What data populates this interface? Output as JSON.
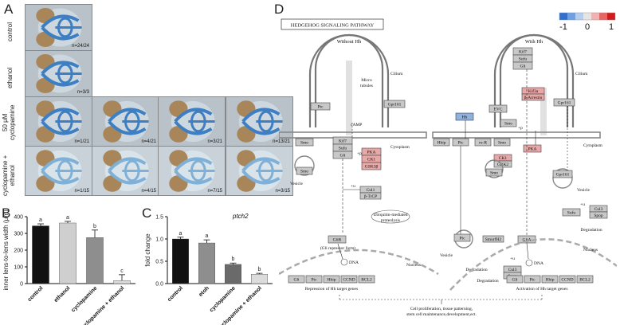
{
  "figure": {
    "panels": {
      "a": "A",
      "b": "B",
      "c": "C",
      "d": "D"
    },
    "panel_a": {
      "row_labels": [
        "control",
        "ethanol",
        "50 μM\ncyclopamine",
        "cyclopamine +\nethanol"
      ],
      "rows": [
        {
          "counts": [
            "n=24/24"
          ]
        },
        {
          "counts": [
            "n=3/3"
          ]
        },
        {
          "counts": [
            "n=1/21",
            "n=4/21",
            "n=3/21",
            "n=13/21"
          ]
        },
        {
          "counts": [
            "n=1/15",
            "n=4/15",
            "n=7/15",
            "n=3/15"
          ]
        }
      ]
    },
    "panel_c_gene": "ptch2",
    "pathway": {
      "title": "HEDGEHOG SIGNALING PATHWAY",
      "without_hh": "Without Hh",
      "with_hh": "With Hh",
      "labels": {
        "cilium": "Cilium",
        "cytoplasm": "Cytoplasm",
        "vesicle": "Vesicle",
        "nucleus": "Nucleus",
        "degradation": "Degradation",
        "dna": "DNA",
        "micro_tubules": "Micro\ntubules",
        "ubiquitin": "Ubiquitin-mediated\nproteolysis",
        "repression": "Repression of Hh target genes",
        "activation": "Activation of Hh target genes",
        "outcome": "Cell proliferation, tissue patterning,\nstem cell maintenance,development,ect."
      },
      "nodes_left": [
        "Ptc",
        "Smo",
        "Gpr161",
        "Kif7",
        "Sufu",
        "Gli",
        "PKA",
        "CK1",
        "GSK3β",
        "Smo",
        "Cul1",
        "β-TrCP",
        "GliR",
        "(Gli repressor form)",
        "Gli",
        "Ptc",
        "Hhip",
        "CCND",
        "BCL2",
        "cAMP",
        "+p",
        "+u"
      ],
      "nodes_right": [
        "Kif7",
        "Sufu",
        "Gli",
        "Kif3a",
        "β-Arrestin",
        "EVC",
        "Gpr161",
        "Hh",
        "Hhip",
        "Ptc",
        "ro-R",
        "Smo",
        "PKA",
        "CK1",
        "GRK2",
        "Smo",
        "Gpr161",
        "Cul3",
        "Spop",
        "Sufu",
        "Ptc",
        "SmurfH2",
        "GliA",
        "Cul3",
        "Spop",
        "Gli",
        "Ptc",
        "Hhip",
        "CCND",
        "BCL2",
        "+p",
        "+u",
        "+u"
      ]
    },
    "legend": {
      "ticks": [
        "-1",
        "0",
        "1"
      ],
      "colors": [
        "#2e6fd0",
        "#6fa0e3",
        "#b5cdee",
        "#e5e5e5",
        "#f0b3b3",
        "#e66565",
        "#d01c1c"
      ]
    }
  },
  "chart_data": [
    {
      "type": "bar",
      "categories": [
        "control",
        "ethanol",
        "cyclopamine",
        "cyclopamine + ethanol"
      ],
      "values": [
        345,
        362,
        275,
        18
      ],
      "errors": [
        12,
        10,
        45,
        35
      ],
      "letters": [
        "a",
        "a",
        "b",
        "c"
      ],
      "colors": [
        "#111111",
        "#cfcfcf",
        "#8e8e8e",
        "#dcdcdc"
      ],
      "ylabel": "inner lens-to-lens width (μm)",
      "ylim": [
        0,
        400
      ],
      "yticks": [
        0,
        100,
        200,
        300,
        400
      ]
    },
    {
      "type": "bar",
      "categories": [
        "control",
        "etoh",
        "cyclopamine",
        "cyclopamine + ethanol"
      ],
      "values": [
        1.0,
        0.91,
        0.43,
        0.21
      ],
      "errors": [
        0.04,
        0.07,
        0.03,
        0.02
      ],
      "letters": [
        "a",
        "a",
        "b",
        "b"
      ],
      "colors": [
        "#111111",
        "#8e8e8e",
        "#6a6a6a",
        "#dcdcdc"
      ],
      "ylabel": "fold change",
      "ylim": [
        0,
        1.5
      ],
      "yticks": [
        0.0,
        0.5,
        1.0,
        1.5
      ]
    }
  ]
}
